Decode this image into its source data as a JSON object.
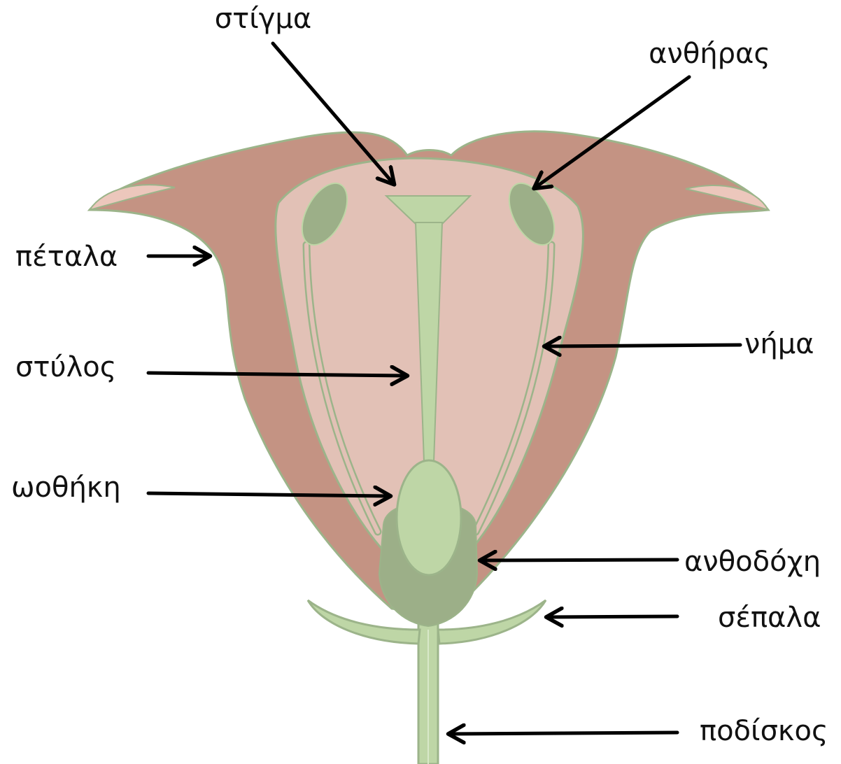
{
  "labels": {
    "stigma": "στίγμα",
    "anther": "ανθήρας",
    "petals": "πέταλα",
    "filament": "νήμα",
    "style": "στύλος",
    "ovary": "ωοθήκη",
    "receptacle": "ανθοδόχη",
    "sepals": "σέπαλα",
    "pedicel": "ποδίσκος"
  },
  "colors": {
    "petal_outer": "#c49383",
    "petal_inner": "#e2c1b6",
    "petal_tip": "#ecc7bc",
    "outline": "#9cb48a",
    "green_light": "#bed6a6",
    "green_dark": "#9caf88",
    "arrow": "#000000"
  }
}
